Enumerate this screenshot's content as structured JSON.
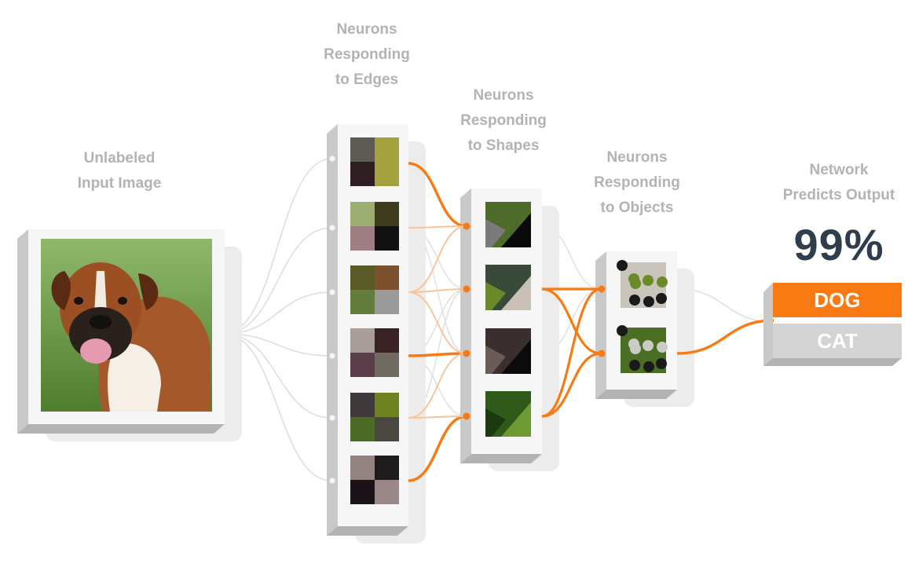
{
  "labels": {
    "input": [
      "Unlabeled",
      "Input Image"
    ],
    "edges": [
      "Neurons",
      "Responding",
      "to Edges"
    ],
    "shapes": [
      "Neurons",
      "Responding",
      "to Shapes"
    ],
    "objects": [
      "Neurons",
      "Responding",
      "to Objects"
    ],
    "output": [
      "Network",
      "Predicts Output"
    ]
  },
  "output": {
    "percent": "99%",
    "classes": [
      "DOG",
      "CAT"
    ],
    "predicted": "DOG"
  },
  "colors": {
    "accent": "#f97a12",
    "accent_light": "#f9c497",
    "connector": "#dedede",
    "label": "#b3b3b3",
    "percent": "#2f3d4c",
    "inactive_class": "#d4d4d4"
  },
  "input_image": {
    "subject": "boxer-dog-photo"
  }
}
